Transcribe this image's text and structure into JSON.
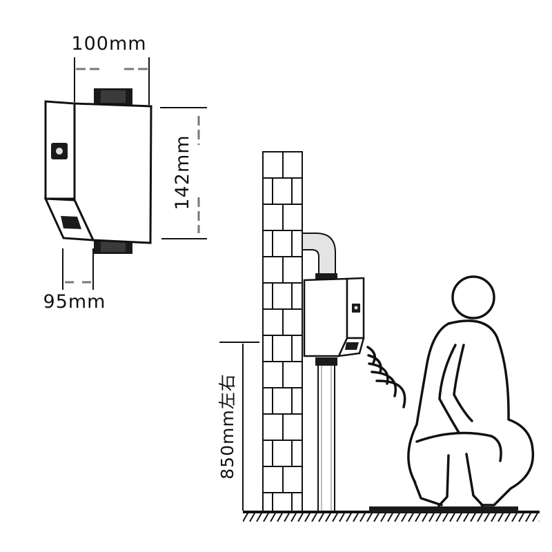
{
  "dimensions": {
    "width_label": "100mm",
    "height_label": "142mm",
    "depth_label": "95mm",
    "mount_height_label": "850mm左右"
  },
  "colors": {
    "line": "#111111",
    "fill": "#ffffff",
    "pipe": "#d8d8d8",
    "dark": "#222222"
  },
  "icons": {
    "unit": "urinal-sensor-unit",
    "wall": "brick-wall",
    "person": "squatting-person",
    "signal": "sensor-waves"
  }
}
